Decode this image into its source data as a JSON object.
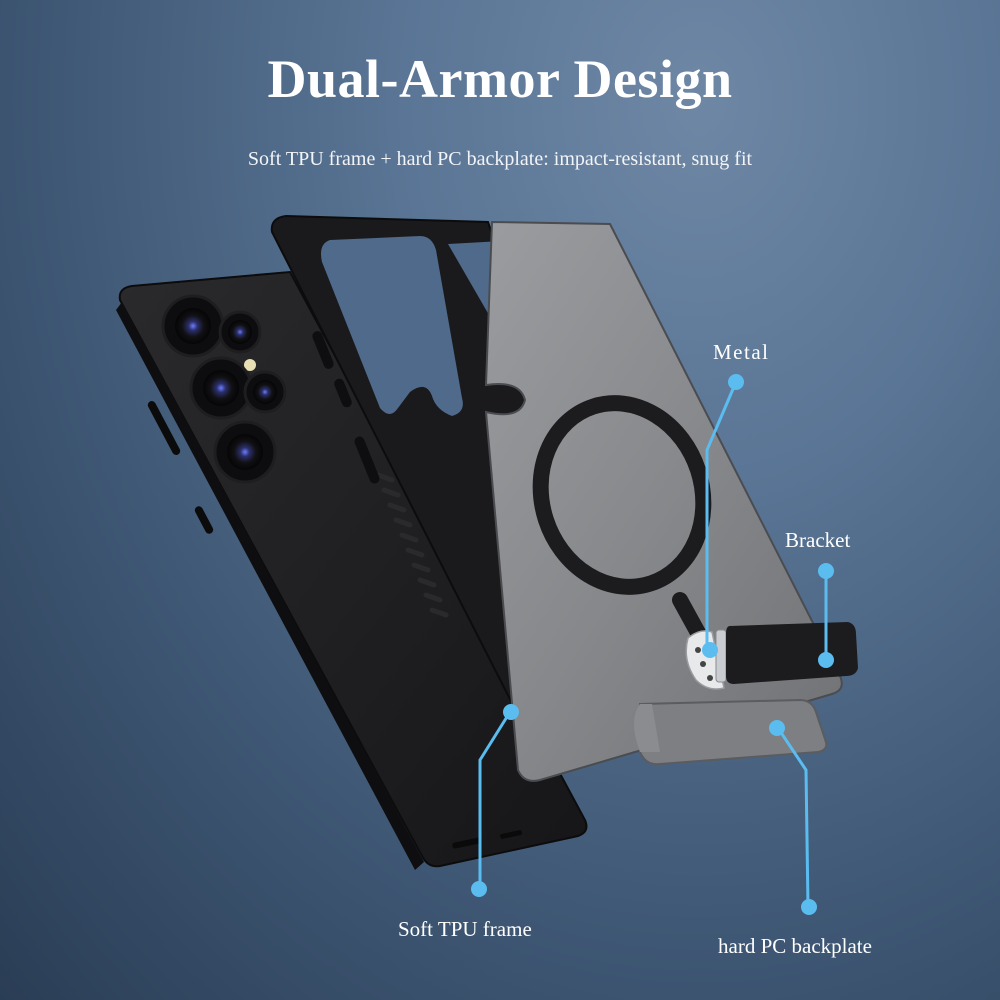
{
  "header": {
    "title": "Dual-Armor Design",
    "subtitle": "Soft TPU frame + hard PC backplate: impact-resistant, snug fit"
  },
  "callouts": {
    "metal": "Metal",
    "bracket": "Bracket",
    "tpu_frame": "Soft TPU frame",
    "pc_backplate": "hard PC backplate"
  },
  "colors": {
    "callout_accent": "#5bbcf0",
    "background_top": "#6e87a5",
    "background_bottom": "#2a3d55",
    "phone_body": "#1c1c1e",
    "backplate": "#8a8c90"
  }
}
